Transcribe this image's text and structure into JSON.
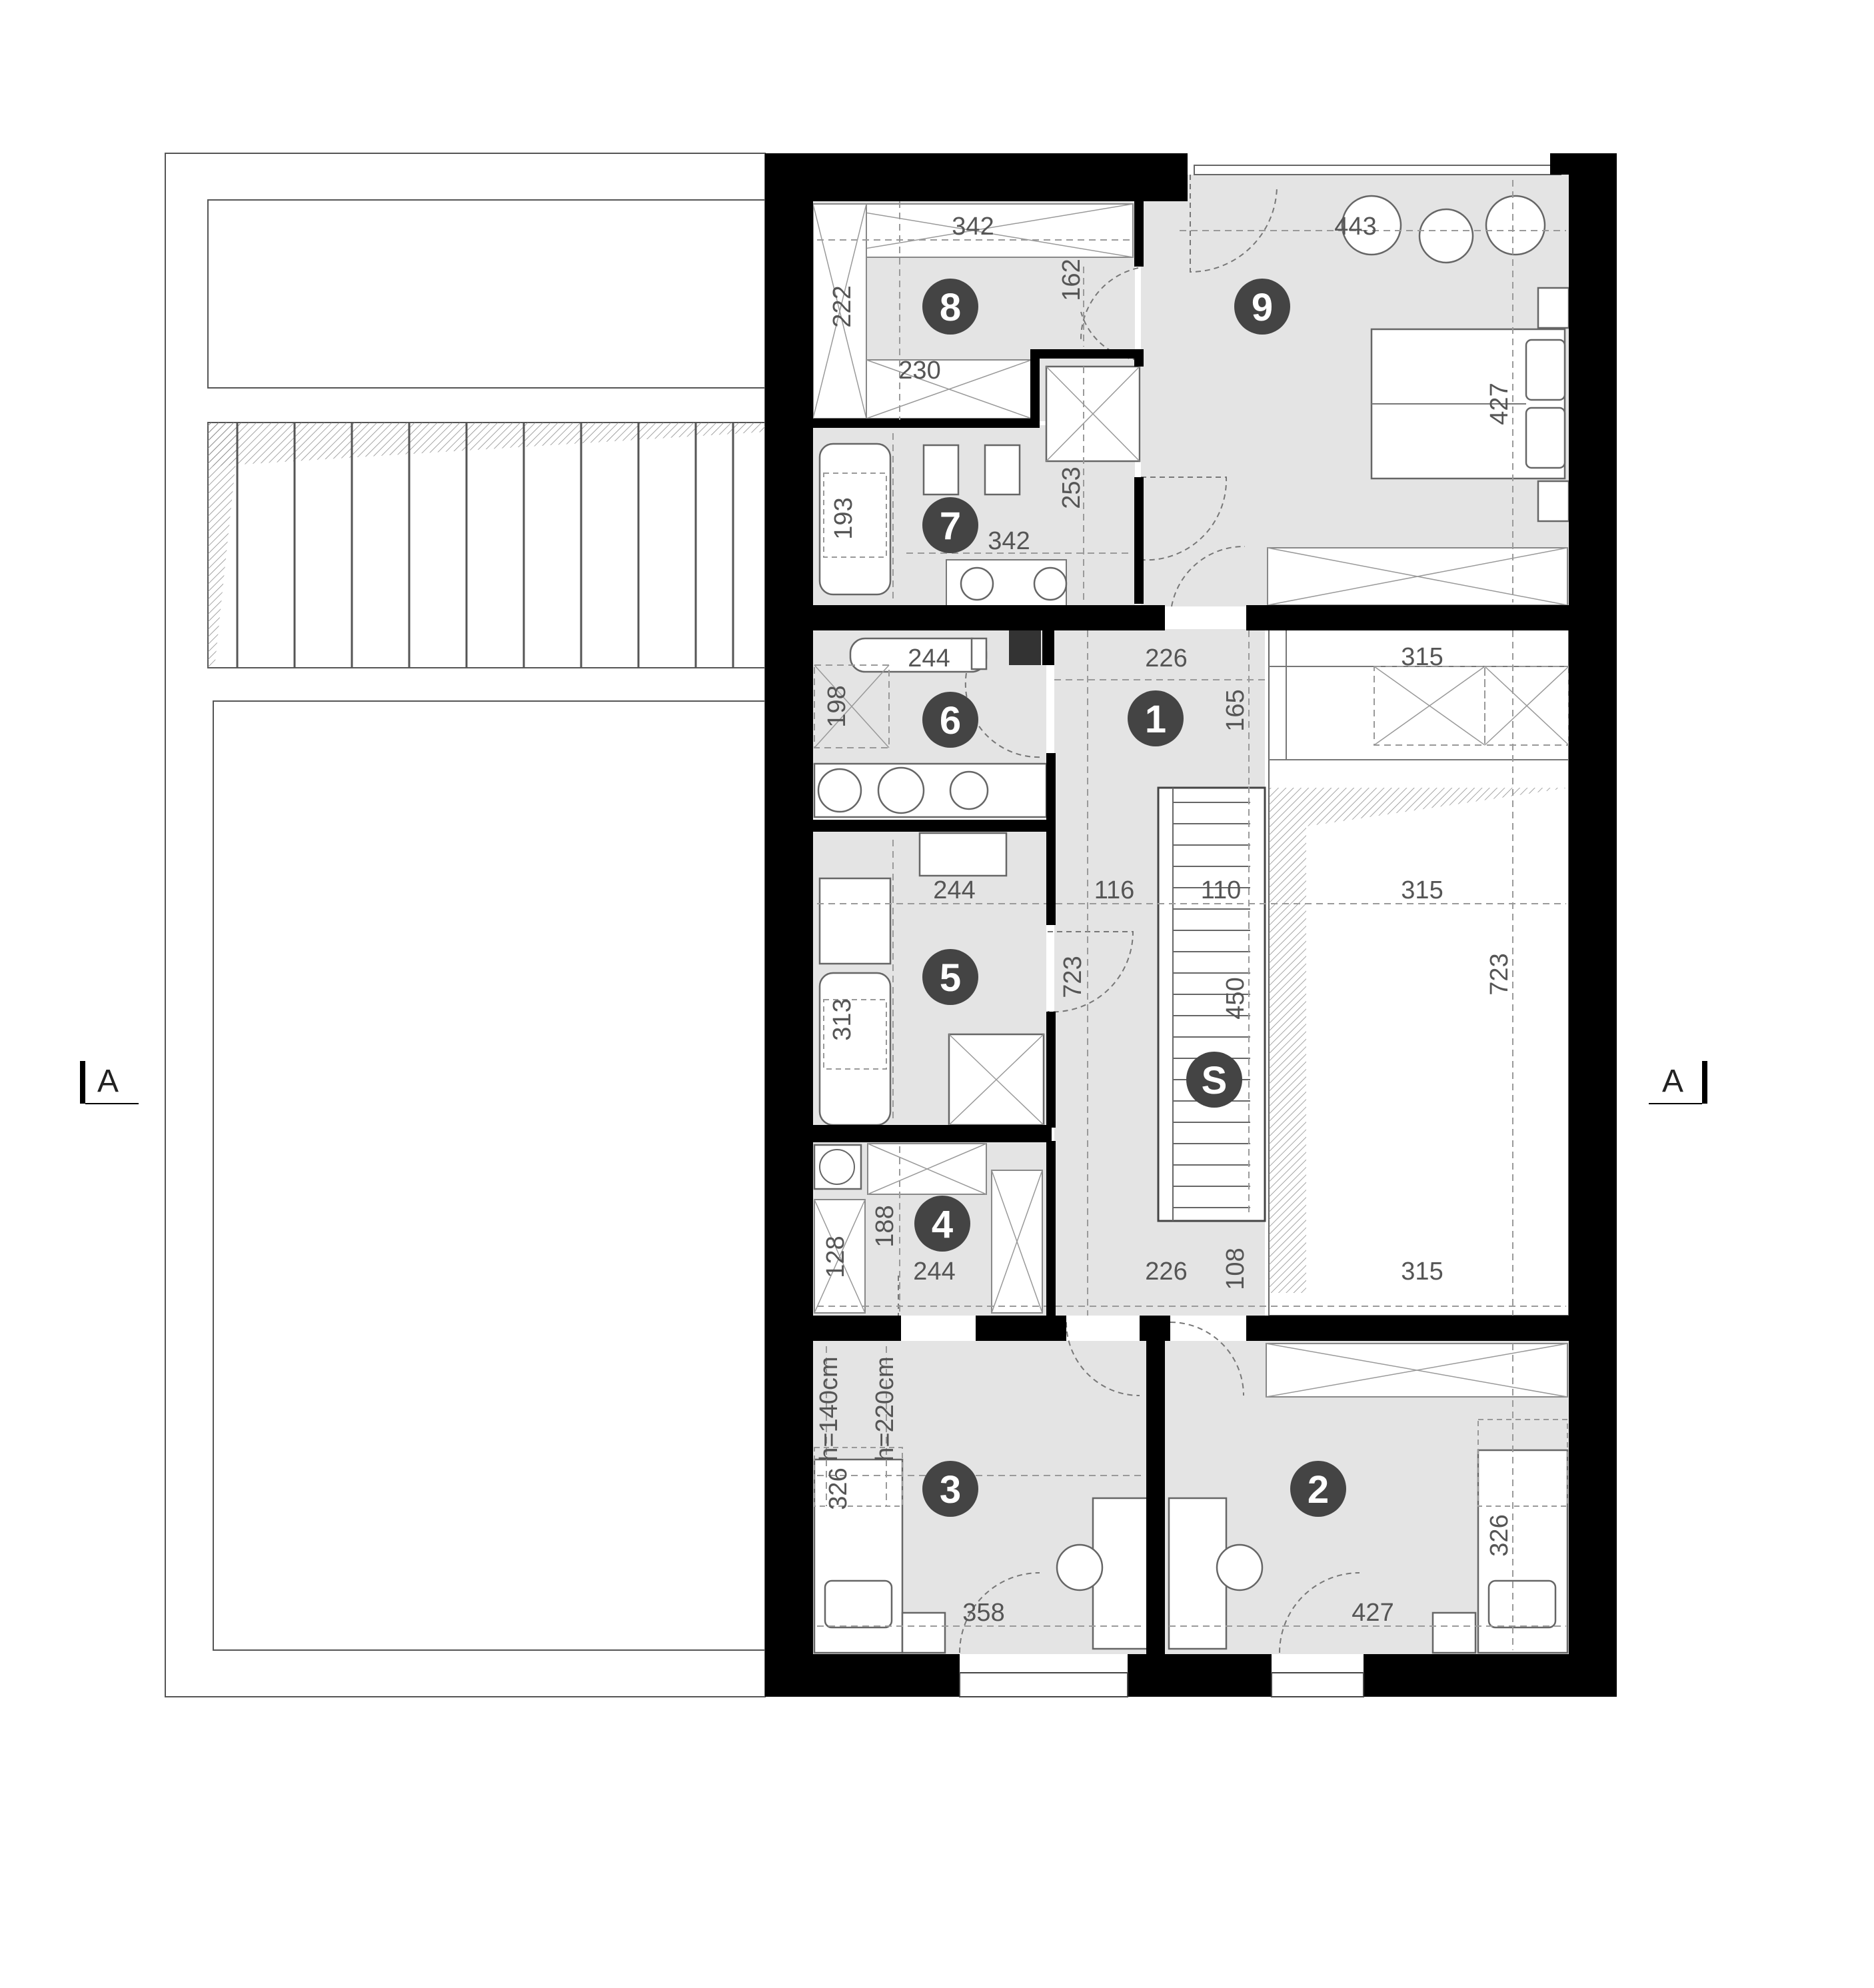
{
  "section_marks": {
    "left": "A",
    "right": "A"
  },
  "rooms": [
    {
      "number": "1"
    },
    {
      "number": "2"
    },
    {
      "number": "3"
    },
    {
      "number": "4"
    },
    {
      "number": "5"
    },
    {
      "number": "6"
    },
    {
      "number": "7"
    },
    {
      "number": "8"
    },
    {
      "number": "9"
    },
    {
      "number": "S"
    }
  ],
  "dimensions": {
    "r8_width": "342",
    "r8_height": "222",
    "r8_lower": "230",
    "r8_door": "162",
    "r9_width": "443",
    "r9_height": "427",
    "r7_width": "342",
    "r7_height": "193",
    "r7_depth": "253",
    "r6_width": "244",
    "r6_height": "198",
    "r1_top": "226",
    "r1_side": "165",
    "terrace_top": "315",
    "r5_width": "244",
    "hall_width": "116",
    "stair_width": "110",
    "right_width": "315",
    "r5_height": "313",
    "hall_length": "723",
    "right_length": "723",
    "stair_length": "450",
    "r4_width": "244",
    "r4_height": "188",
    "r4_side": "128",
    "hall_bottom": "226",
    "hall_end": "108",
    "right_bottom": "315",
    "r3_h1": "h=140cm",
    "r3_h2": "h=220cm",
    "r3_height": "326",
    "r3_width": "358",
    "r2_height": "326",
    "r2_width": "427"
  }
}
